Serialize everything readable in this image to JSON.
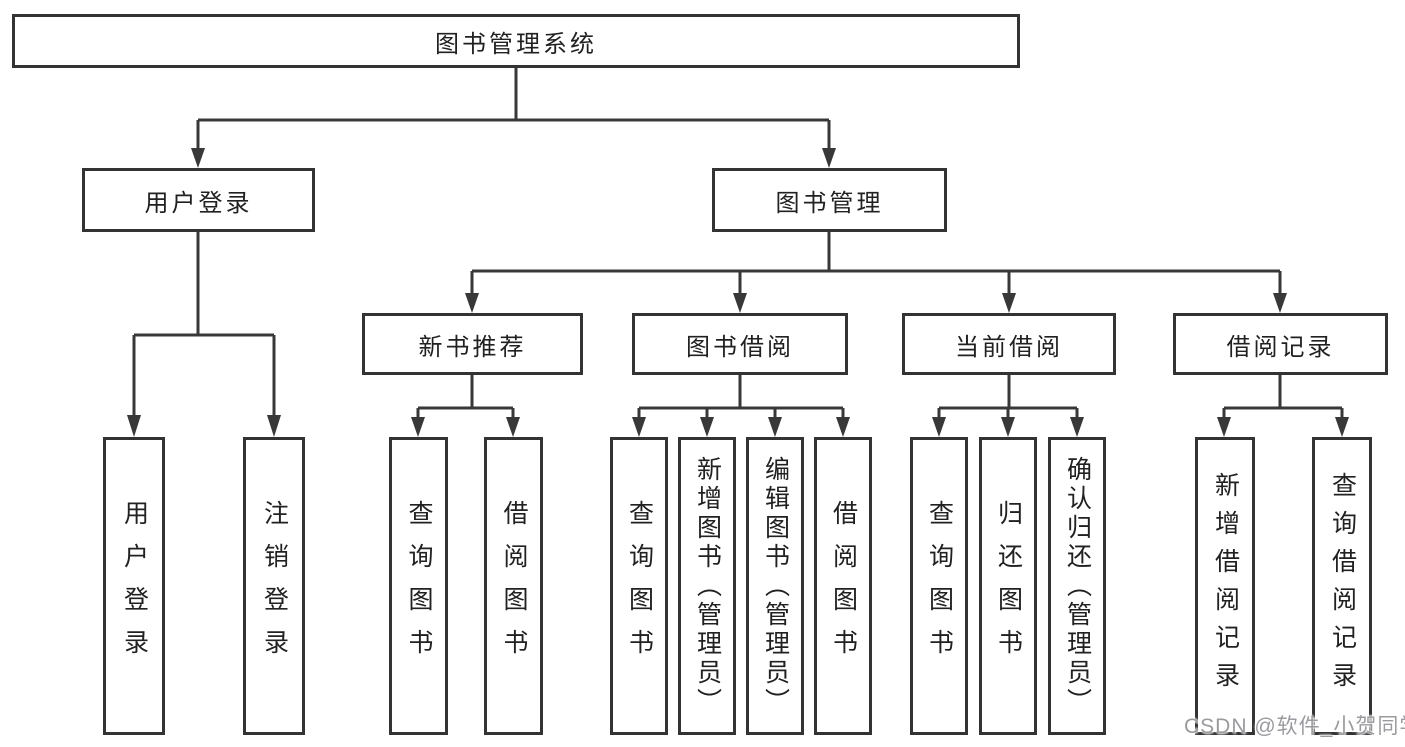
{
  "root": {
    "label": "图书管理系统"
  },
  "branches": [
    {
      "label": "用户登录",
      "children": [
        {
          "label": "用户登录"
        },
        {
          "label": "注销登录"
        }
      ]
    },
    {
      "label": "图书管理",
      "children": [
        {
          "label": "新书推荐",
          "children": [
            {
              "label": "查询图书"
            },
            {
              "label": "借阅图书"
            }
          ]
        },
        {
          "label": "图书借阅",
          "children": [
            {
              "label": "查询图书"
            },
            {
              "label": "新增图书（管理员）"
            },
            {
              "label": "编辑图书（管理员）"
            },
            {
              "label": "借阅图书"
            }
          ]
        },
        {
          "label": "当前借阅",
          "children": [
            {
              "label": "查询图书"
            },
            {
              "label": "归还图书"
            },
            {
              "label": "确认归还（管理员）"
            }
          ]
        },
        {
          "label": "借阅记录",
          "children": [
            {
              "label": "新增借阅记录"
            },
            {
              "label": "查询借阅记录"
            }
          ]
        }
      ]
    }
  ],
  "watermark": {
    "text": "CSDN @软件_小贺同学"
  },
  "colors": {
    "line": "#383838",
    "box_border": "#333333",
    "box_fill": "#ffffff",
    "text": "#212121",
    "watermark": "#9b9b9f",
    "background": "#ffffff"
  }
}
